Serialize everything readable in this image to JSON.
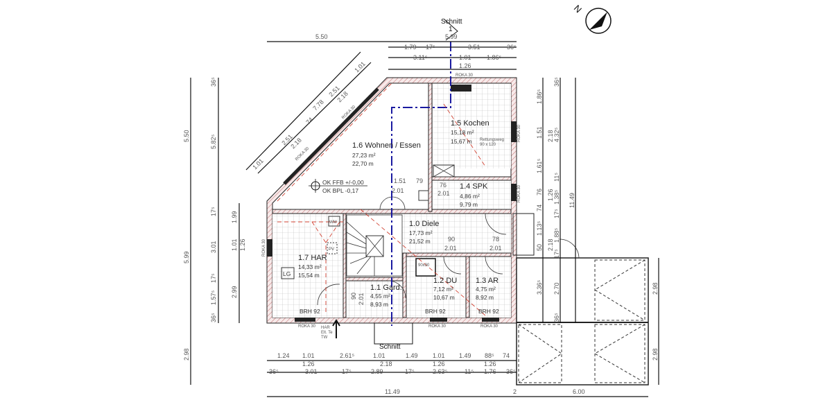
{
  "section_markers": {
    "top_label": "Schnitt",
    "top_number": "1",
    "bottom_label": "Schnitt"
  },
  "rooms": [
    {
      "name": "1.6 Wohnen / Essen",
      "area": "27,23 m²",
      "perimeter": "22,70 m"
    },
    {
      "name": "1.5 Kochen",
      "area": "15,18 m²",
      "perimeter": "15,67 m",
      "note": "Rettungsweg",
      "note2": "90 x 120"
    },
    {
      "name": "1.4 SPK",
      "area": "4,86 m²",
      "perimeter": "9,79 m"
    },
    {
      "name": "1.0 Diele",
      "area": "17,73 m²",
      "perimeter": "21,52 m"
    },
    {
      "name": "1.7 HAR",
      "area": "14,33 m²",
      "perimeter": "15,54 m"
    },
    {
      "name": "1.1 Gard.",
      "area": "4,55 m²",
      "perimeter": "8,93 m"
    },
    {
      "name": "1.2 DU",
      "area": "7,12 m²",
      "perimeter": "10,67 m"
    },
    {
      "name": "1.3 AR",
      "area": "4,75 m²",
      "perimeter": "8,92 m"
    }
  ],
  "levels": {
    "ffb": "OK FFB +/-0,00",
    "bpl": "OK BPL -0,17"
  },
  "labels": {
    "roka": "ROKA 30",
    "brh": "BRH 92",
    "lg": "LG",
    "pv": "PV",
    "wm": "WM",
    "shower": "90x90",
    "har_conn": "HAR",
    "elt": "Elt. Te",
    "tw": "TW"
  },
  "dims_top": {
    "overall_left": "5.50",
    "overall_right": "5.99",
    "row1": [
      "1.79",
      "17⁵",
      "3.51",
      "36⁵"
    ],
    "row2": [
      "3.11⁵",
      "1.01",
      "1.86⁵"
    ],
    "row2b": "1.26",
    "diag": [
      "7.78",
      "2.51",
      "2.18",
      "74",
      "2.51",
      "2.18",
      "1.01",
      "1.01"
    ]
  },
  "dims_bottom": {
    "row1": [
      "1.24",
      "1.01",
      "2.61⁵",
      "1.01",
      "1.49",
      "1.01",
      "1.49",
      "88⁵",
      "74"
    ],
    "row1b": [
      "1.26",
      "2.18",
      "1.26",
      "1.26"
    ],
    "row2": [
      "36⁵",
      "3.01",
      "17⁵",
      "2.89",
      "17⁵",
      "2.63⁵",
      "11⁵",
      "1.76",
      "36⁵"
    ],
    "overall": "11.49",
    "gap": "2",
    "carport": "6.00"
  },
  "dims_left": {
    "outer": [
      "5.50",
      "5.99",
      "2.98"
    ],
    "mid": [
      "36⁵",
      "5.82⁵",
      "17⁵",
      "3.01",
      "17⁵",
      "1.57⁵",
      "36⁵"
    ],
    "inner": [
      "1.99",
      "1.01",
      "1.26",
      "2.99"
    ]
  },
  "dims_right": {
    "r1": [
      "1.86⁵",
      "1.51",
      "1.61⁵",
      "76",
      "74",
      "1.13⁵",
      "50",
      "3.36⁵"
    ],
    "r2": [
      "36⁵",
      "2.18",
      "4.32⁵",
      "1.26",
      "1.38⁵",
      "11⁵",
      "17⁵",
      "1.88⁵",
      "2.18",
      "17⁵",
      "2.70",
      "36⁵"
    ],
    "overall": "11.49",
    "carport": [
      "2.98",
      "2.98"
    ]
  },
  "openings": {
    "d1": "1.51",
    "d1h": "2.01",
    "d2": "79",
    "d3": "76",
    "d3h": "2.01",
    "d4": "90",
    "d4h": "2.01",
    "d5": "78",
    "d5h": "2.01",
    "d6": "90",
    "d6h": "2.01"
  },
  "colors": {
    "wall_hatch": "#c98080",
    "section_line": "#1a1aa0",
    "service_line": "#d04030"
  }
}
